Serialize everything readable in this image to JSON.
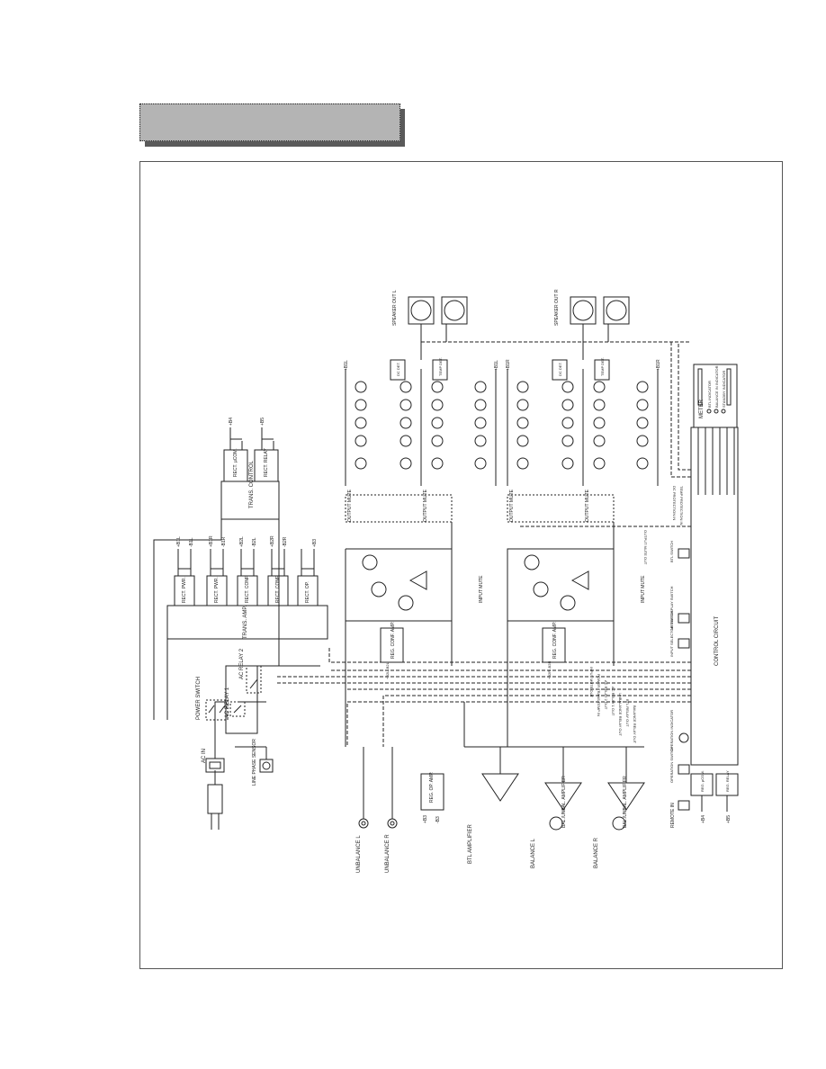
{
  "title": "",
  "labels": {
    "unbalance_l": "UNBALANCE L",
    "unbalance_r": "UNBALANCE R",
    "btl_amplifier": "BTL AMPLIFIER",
    "balance_l": "BALANCE L",
    "balance_r": "BALANCE R",
    "bal_unbal_amp": "BAL./UNBAL. AMPLIFIER",
    "reg_op_amp": "REG. OP. AMP.",
    "b3_plus": "+B3",
    "b3_minus": "-B3",
    "ac_in": "AC IN",
    "line_phase_sensor": "LINE PHASE SENSOR",
    "power_switch": "POWER SWITCH",
    "ac_relay_1": "AC RELAY 1",
    "ac_relay_2": "AC RELAY 2",
    "trans_amp": "TRANS. AMP.",
    "trans_control": "TRANS. CONTROL",
    "rect_pwr": "RECT. PWR.",
    "rect_conf": "RECT. CONF.",
    "rect_op": "RECT. OP.",
    "rect_ucom": "RECT. µCOM.",
    "rect_relay": "RECT. RELAY",
    "b1l_plus": "+B1L",
    "b1l_minus": "-B1L",
    "b1r_plus": "+B1R",
    "b1r_minus": "-B1R",
    "b2l_plus": "+B2L",
    "b2l_minus": "-B2L",
    "b2r_plus": "+B2R",
    "b2r_minus": "-B2R",
    "b3_rail": "+B3",
    "b4_plus": "+B4",
    "b5_plus": "+B5",
    "reg_conf_amp": "REG. CONF. AMP.",
    "b2l_pair": "+B2L -B2L",
    "b2r_pair": "+B2R -B2R",
    "input_mute": "INPUT MUTE",
    "output_mute": "OUTPUT MUTE",
    "speaker_out_l": "SPEAKER OUT L",
    "speaker_out_r": "SPEAKER OUT R",
    "dc_det": "DC DET.",
    "temp_det": "TEMP DET.",
    "meter": "METER",
    "control_circuit": "CONTROL CIRCUIT",
    "remote_in": "REMOTE IN",
    "reg_ucom": "REG. µCOM.",
    "reg_relay": "REG. RELAY",
    "b4_minus": "+B4",
    "b5_minus": "+B5",
    "operation_switch": "OPERATION SWITCH",
    "operation_indicator": "OPERATION INDICATOR",
    "input_selector": "INPUT SELECTOR SWITCH",
    "meter_display": "METER DISPLAY SWITCH",
    "btl_switch": "BTL SWITCH",
    "ind_btl": "BTL INDICATOR",
    "ind_balance": "BALANCE IN INDICATOR",
    "ind_standby": "STANDBY INDICATOR"
  },
  "signals": [
    "BALANCE RELAY OUT",
    "BTL RELAY OUT",
    "UNBALANCE RELAY OUT",
    "AC RELAY 1 OUT",
    "AC RELAY 2 OUT",
    "POWER TRANS TEMP IN",
    "INPUT MUTE OUT",
    "OUTPUT MUTE OUT",
    "DC PROTECTION IN",
    "TEMP PROTECTION IN"
  ]
}
